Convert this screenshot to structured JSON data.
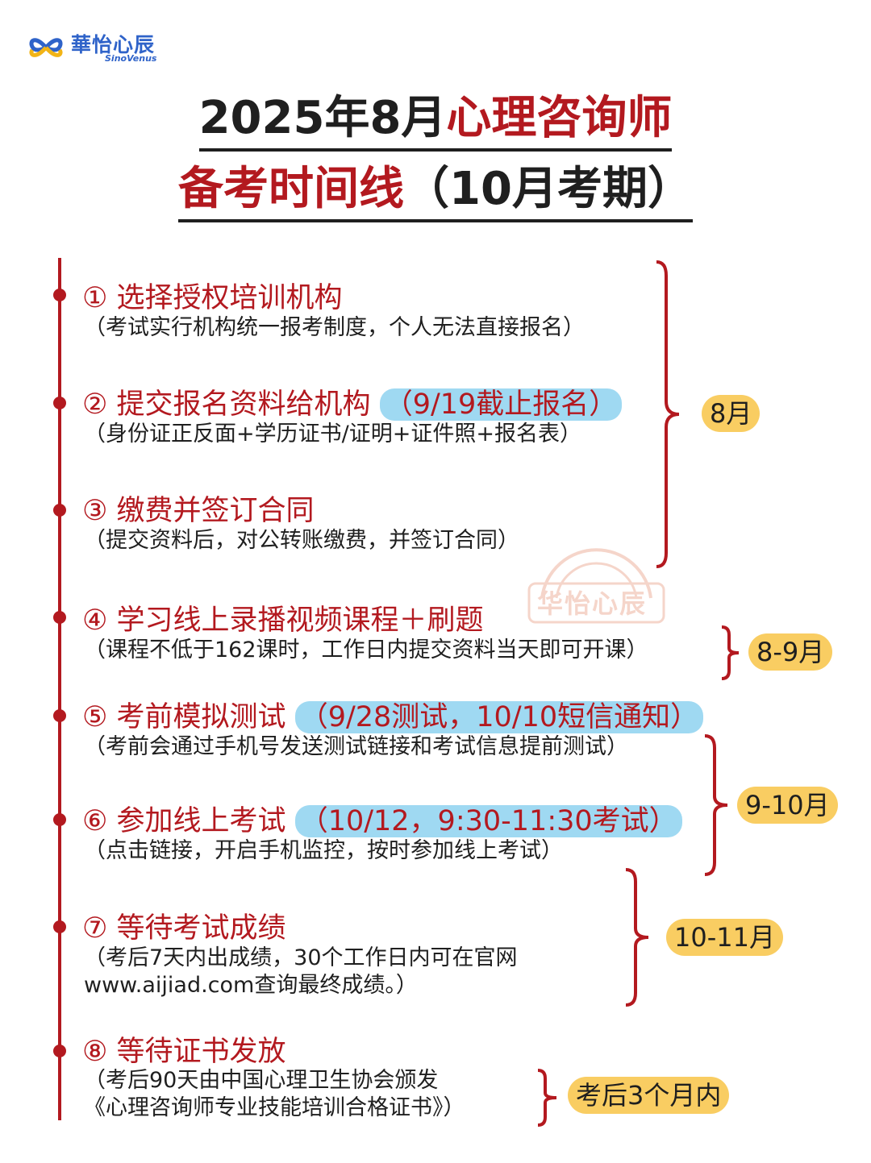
{
  "logo": {
    "name_cn": "華怡心辰",
    "name_en": "SinoVenus",
    "colors": [
      "#2f63c9",
      "#f2b416"
    ]
  },
  "title": {
    "line1_black": "2025年8月",
    "line1_red": "心理咨询师",
    "line2_red": "备考时间线",
    "line2_black": "（10月考期）"
  },
  "steps": [
    {
      "num": "①",
      "title": "选择授权培训机构",
      "highlight": "",
      "note": "（考试实行机构统一报考制度，个人无法直接报名）"
    },
    {
      "num": "②",
      "title": "提交报名资料给机构",
      "highlight": "（9/19截止报名）",
      "note": "（身份证正反面+学历证书/证明+证件照+报名表）"
    },
    {
      "num": "③",
      "title": "缴费并签订合同",
      "highlight": "",
      "note": "（提交资料后，对公转账缴费，并签订合同）"
    },
    {
      "num": "④",
      "title": "学习线上录播视频课程＋刷题",
      "highlight": "",
      "note": "（课程不低于162课时，工作日内提交资料当天即可开课）"
    },
    {
      "num": "⑤",
      "title": "考前模拟测试",
      "highlight": "（9/28测试，10/10短信通知）",
      "note": "（考前会通过手机号发送测试链接和考试信息提前测试）"
    },
    {
      "num": "⑥",
      "title": "参加线上考试",
      "highlight": "（10/12，9:30-11:30考试）",
      "note": "（点击链接，开启手机监控，按时参加线上考试）"
    },
    {
      "num": "⑦",
      "title": "等待考试成绩",
      "highlight": "",
      "note": "（考后7天内出成绩，30个工作日内可在官网",
      "note2": "www.aijiad.com查询最终成绩。）"
    },
    {
      "num": "⑧",
      "title": "等待证书发放",
      "highlight": "",
      "note": "（考后90天由中国心理卫生协会颁发",
      "note2": "《心理咨询师专业技能培训合格证书》）"
    }
  ],
  "periods": [
    "8月",
    "8-9月",
    "9-10月",
    "10-11月",
    "考后3个月内"
  ],
  "stamp": {
    "text": "华怡心辰"
  },
  "colors": {
    "accent_red": "#b3191f",
    "highlight_blue": "#9fd9f2",
    "highlight_yellow": "#f9cd62"
  }
}
